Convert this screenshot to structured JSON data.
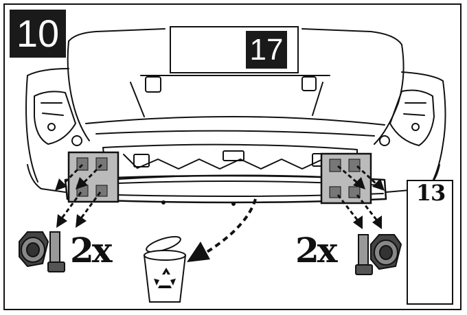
{
  "step": {
    "number": "10"
  },
  "reference": {
    "icon": "eye-icon",
    "page": "17"
  },
  "parts": {
    "left": {
      "quantity": "2x",
      "items": [
        "nut-icon",
        "bolt-icon"
      ]
    },
    "right": {
      "quantity": "2x",
      "items": [
        "bolt-icon",
        "nut-icon"
      ]
    }
  },
  "disposal": {
    "icon": "recycle-bin-icon"
  },
  "tool": {
    "size": "13",
    "items": [
      "ratchet-wrench-icon",
      "socket-icon"
    ]
  }
}
